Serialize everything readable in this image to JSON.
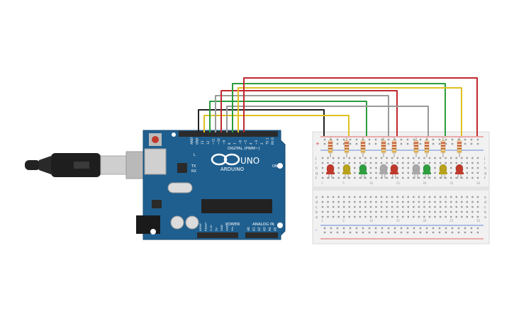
{
  "scene": {
    "description_free": true
  },
  "board": {
    "name": "UNO",
    "brand": "ARDUINO",
    "digital_label": "DIGITAL (PWM~)",
    "power_label": "POWER",
    "analog_label": "ANALOG IN",
    "on_label": "ON",
    "l_label": "L",
    "tx_label": "TX",
    "rx_label": "RX",
    "top_pin_labels": [
      "AREF",
      "GND",
      "13",
      "12",
      "~11",
      "~10",
      "~9",
      "8",
      "7",
      "~6",
      "~5",
      "4",
      "~3",
      "2",
      "TX 1",
      "RX 0"
    ],
    "power_pin_labels": [
      "IOREF",
      "RESET",
      "3.3V",
      "5V",
      "GND",
      "GND",
      "Vin"
    ],
    "analog_pin_labels": [
      "A0",
      "A1",
      "A2",
      "A3",
      "A4",
      "A5"
    ],
    "colors": {
      "board": "#1f5f8f",
      "header": "#2b2b2b",
      "chip": "#222222",
      "reset": "#c0392b",
      "text": "#ffffff"
    }
  },
  "breadboard": {
    "row_letters_top": [
      "j",
      "i",
      "h",
      "g",
      "f"
    ],
    "row_letters_bottom": [
      "e",
      "d",
      "c",
      "b",
      "a"
    ],
    "column_numbers": [
      "1",
      "5",
      "10",
      "15",
      "20",
      "25",
      "30"
    ],
    "rail_plus": "+",
    "rail_minus": "-",
    "colors": {
      "body": "#f1f1f1",
      "hole": "#9a9a9a",
      "rail_red": "#d33",
      "rail_blue": "#36c"
    }
  },
  "leds": [
    {
      "color": "red",
      "hex": "#c0392b"
    },
    {
      "color": "yellow",
      "hex": "#b8a21a"
    },
    {
      "color": "green",
      "hex": "#2e9e3e"
    },
    {
      "color": "white",
      "hex": "#a8a8a8"
    },
    {
      "color": "red",
      "hex": "#c0392b"
    },
    {
      "color": "white",
      "hex": "#a8a8a8"
    },
    {
      "color": "green",
      "hex": "#2e9e3e"
    },
    {
      "color": "yellow",
      "hex": "#b8a21a"
    },
    {
      "color": "red",
      "hex": "#c0392b"
    }
  ],
  "wires": [
    {
      "color": "#222222"
    },
    {
      "color": "#e0c020"
    },
    {
      "color": "#2a9d3b"
    },
    {
      "color": "#999999"
    },
    {
      "color": "#c0282d"
    },
    {
      "color": "#999999"
    },
    {
      "color": "#2a9d3b"
    },
    {
      "color": "#e0c020"
    },
    {
      "color": "#c0282d"
    }
  ],
  "usb": {
    "colors": {
      "cable": "#222222",
      "plug": "#cfcfcf"
    }
  }
}
